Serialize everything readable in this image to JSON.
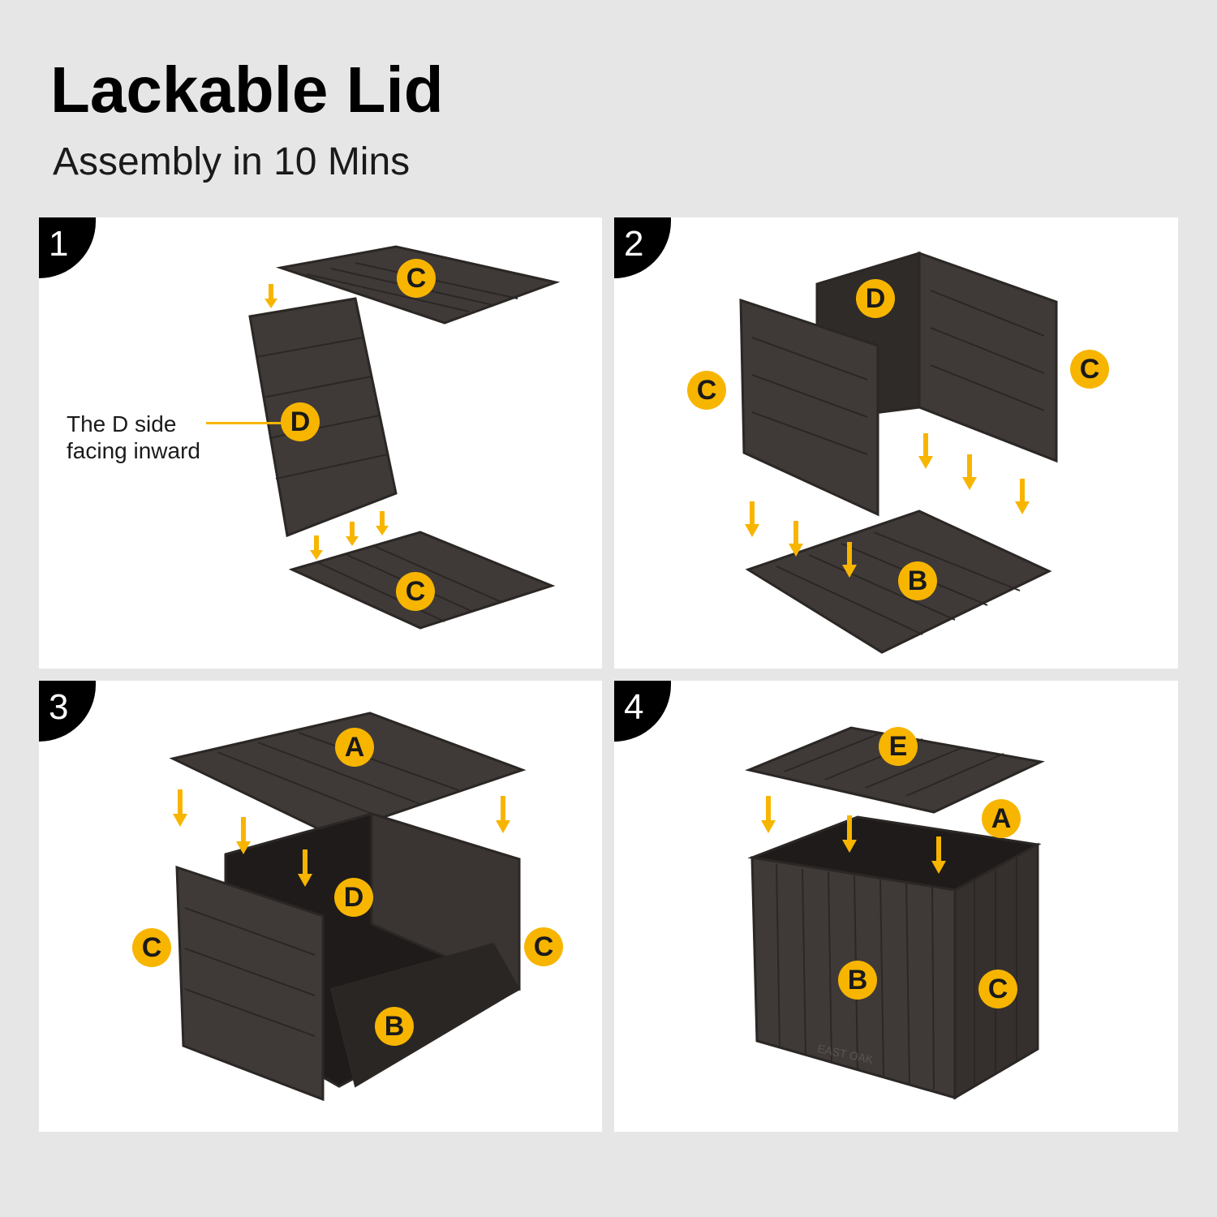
{
  "header": {
    "title": "Lackable Lid",
    "subtitle": "Assembly in 10 Mins"
  },
  "steps": [
    {
      "number": "1",
      "note_line1": "The D side",
      "note_line2": "facing inward",
      "labels": [
        "C",
        "D",
        "C"
      ]
    },
    {
      "number": "2",
      "labels": [
        "D",
        "C",
        "C",
        "B"
      ]
    },
    {
      "number": "3",
      "labels": [
        "A",
        "D",
        "C",
        "C",
        "B"
      ]
    },
    {
      "number": "4",
      "labels": [
        "E",
        "A",
        "B",
        "C"
      ],
      "brand_mark": "EAST OAK"
    }
  ],
  "colors": {
    "background": "#e6e6e6",
    "panel": "#ffffff",
    "part_dark": "#3f3a38",
    "part_edge": "#2b2725",
    "label_fill": "#f7b500",
    "arrow": "#f7b500",
    "badge": "#000000"
  },
  "icons": [
    "down-arrow-icon"
  ]
}
